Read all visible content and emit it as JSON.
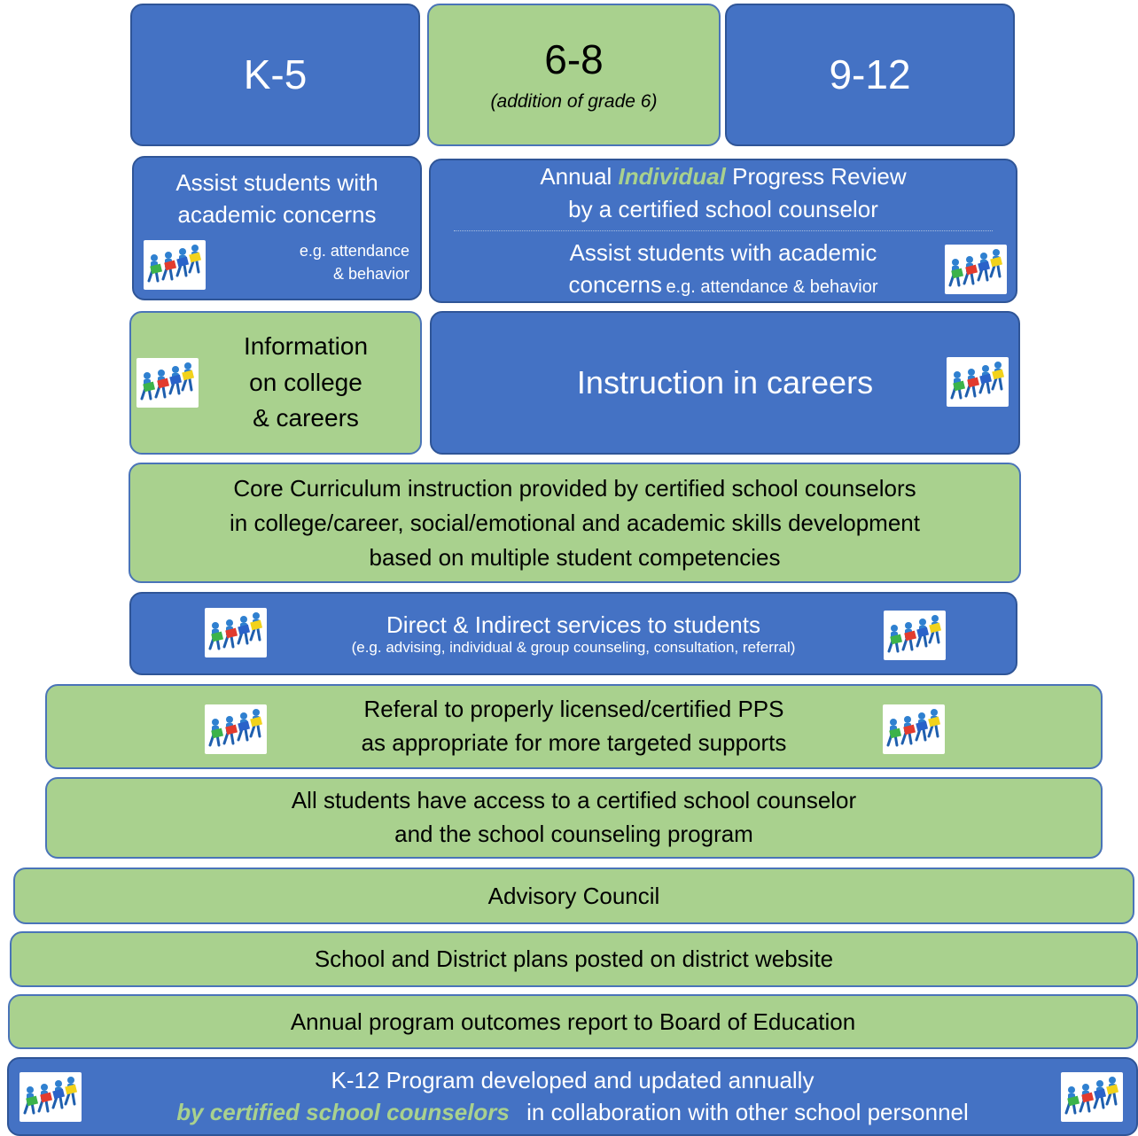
{
  "grades": {
    "k5": "K-5",
    "ms": "6-8",
    "ms_note": "(addition of grade 6)",
    "hs": "9-12"
  },
  "row2": {
    "left_line1": "Assist students with",
    "left_line2": "academic concerns",
    "left_small1": "e.g. attendance",
    "left_small2": "& behavior",
    "right_annual": "Annual",
    "right_individual": "Individual",
    "right_progress": "Progress Review",
    "right_line2": "by a certified school counselor",
    "right_assist1": "Assist students with academic",
    "right_assist2a": "concerns",
    "right_assist2b": "e.g. attendance & behavior"
  },
  "row3": {
    "left_line1": "Information",
    "left_line2": "on college",
    "left_line3": "& careers",
    "right": "Instruction in careers"
  },
  "core": {
    "line1": "Core Curriculum instruction provided by certified school counselors",
    "line2": "in college/career, social/emotional and academic skills development",
    "line3": "based on multiple student competencies"
  },
  "direct": {
    "title": "Direct & Indirect services to students",
    "sub": "(e.g. advising, individual & group counseling, consultation, referral)"
  },
  "referral": {
    "line1": "Referal to properly licensed/certified PPS",
    "line2": "as appropriate for more targeted supports"
  },
  "access": {
    "line1": "All students have access to a certified school counselor",
    "line2": "and the school counseling program"
  },
  "advisory": "Advisory Council",
  "plans": "School and District plans posted on district website",
  "outcomes": "Annual program outcomes report to Board of Education",
  "k12": {
    "line1": "K-12 Program developed and updated annually",
    "line2_emph": "by certified school counselors",
    "line2_rest": "in collaboration with other school personnel"
  },
  "icon_name": "team-puzzle-icon",
  "colors": {
    "blue": "#4472c4",
    "green": "#a9d18e",
    "outline": "#2f5597"
  }
}
